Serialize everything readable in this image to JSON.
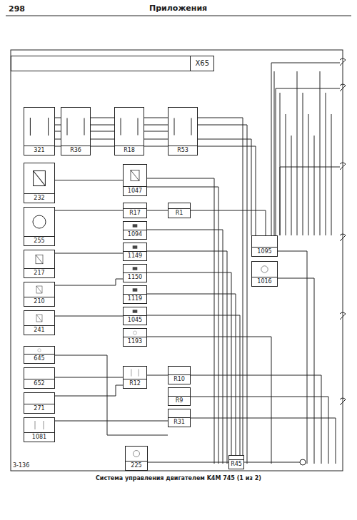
{
  "diagram": {
    "title": "Приложения",
    "caption": "Система управления двигателем K4M 745 (1 из 2)",
    "nodes": [
      {
        "text": [
          "X65"
        ]
      },
      {
        "text": [
          "321"
        ]
      },
      {
        "text": [
          "232"
        ]
      },
      {
        "text": [
          "255"
        ]
      },
      {
        "text": [
          "217"
        ]
      },
      {
        "text": [
          "210"
        ]
      },
      {
        "text": [
          "241"
        ]
      },
      {
        "text": [
          "645"
        ]
      },
      {
        "text": [
          "652"
        ]
      },
      {
        "text": [
          "271"
        ]
      },
      {
        "text": [
          "1081"
        ]
      },
      {
        "text": [
          "R36"
        ]
      },
      {
        "text": [
          "R18"
        ]
      },
      {
        "text": [
          "R53"
        ]
      },
      {
        "text": [
          "1047"
        ]
      },
      {
        "text": [
          "R17"
        ]
      },
      {
        "text": [
          "1094"
        ]
      },
      {
        "text": [
          "1149"
        ]
      },
      {
        "text": [
          "1150"
        ]
      },
      {
        "text": [
          "1119"
        ]
      },
      {
        "text": [
          "1045"
        ]
      },
      {
        "text": [
          "1193"
        ]
      },
      {
        "text": [
          "R12"
        ]
      },
      {
        "text": [
          "R1"
        ]
      },
      {
        "text": [
          "R10"
        ]
      },
      {
        "text": [
          "R9"
        ]
      },
      {
        "text": [
          "R31"
        ]
      },
      {
        "text": [
          "1095"
        ]
      },
      {
        "text": [
          "1016"
        ]
      },
      {
        "text": [
          "225"
        ]
      },
      {
        "text": [
          "R45"
        ]
      }
    ],
    "edges": [
      {
        "from": 1,
        "to": 11,
        "arrow": "none"
      },
      {
        "from": 11,
        "to": 12,
        "arrow": "none"
      },
      {
        "from": 12,
        "to": 13,
        "arrow": "none"
      },
      {
        "from": 2,
        "to": 14,
        "arrow": "none"
      },
      {
        "from": 3,
        "to": 15,
        "arrow": "none"
      },
      {
        "from": 15,
        "to": 23,
        "arrow": "none"
      },
      {
        "from": 4,
        "to": 17,
        "arrow": "none"
      },
      {
        "from": 5,
        "to": 18,
        "arrow": "none"
      },
      {
        "from": 6,
        "to": 20,
        "arrow": "none"
      },
      {
        "from": 8,
        "to": 22,
        "arrow": "none"
      },
      {
        "from": 9,
        "to": 22,
        "arrow": "none"
      },
      {
        "from": 22,
        "to": 24,
        "arrow": "none"
      },
      {
        "from": 10,
        "to": 26,
        "arrow": "none"
      },
      {
        "from": 29,
        "to": 30,
        "arrow": "none"
      }
    ],
    "labels": [
      "298",
      "3-136"
    ]
  }
}
